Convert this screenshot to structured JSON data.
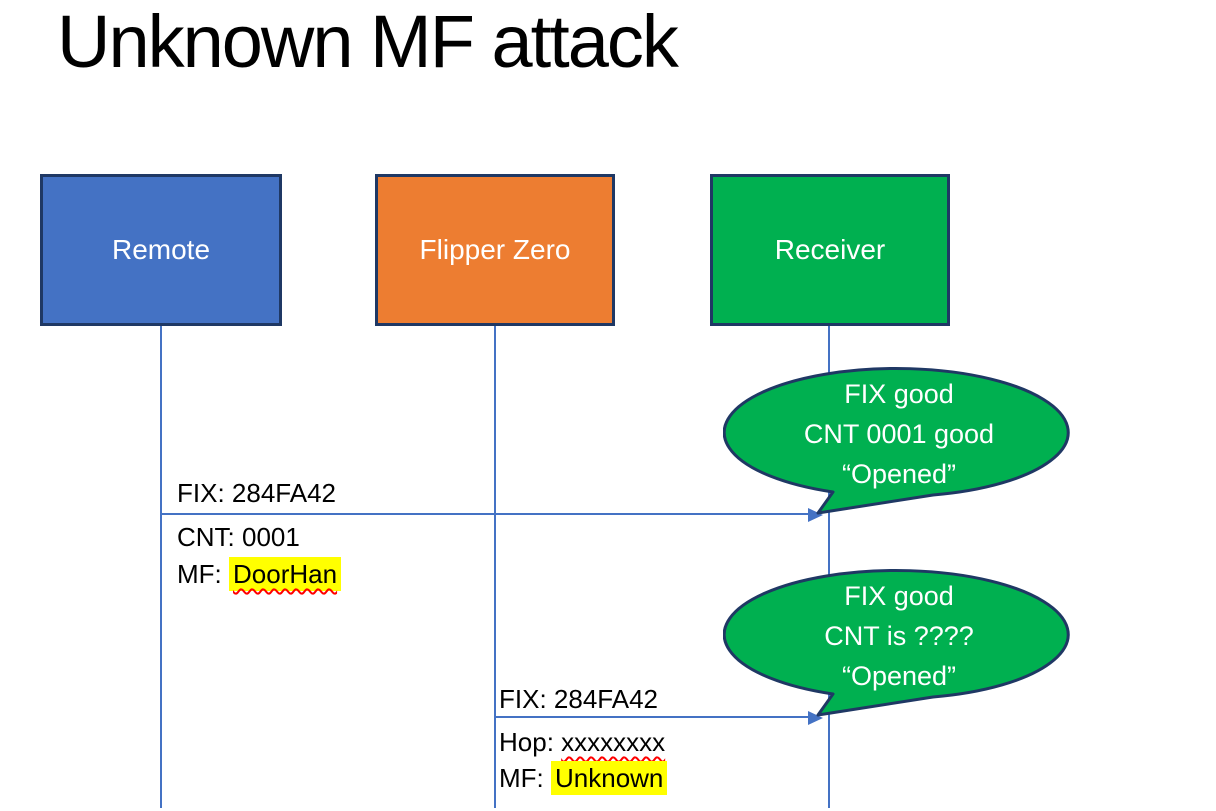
{
  "slide": {
    "title": "Unknown MF attack"
  },
  "actors": [
    {
      "id": "remote",
      "label": "Remote",
      "fill": "#4472C4"
    },
    {
      "id": "flipper-zero",
      "label": "Flipper Zero",
      "fill": "#ED7D31"
    },
    {
      "id": "receiver",
      "label": "Receiver",
      "fill": "#00B050"
    }
  ],
  "messages": {
    "message1": {
      "from": "Remote",
      "to": "Receiver",
      "fix": "FIX: 284FA42",
      "cnt": "CNT: 0001",
      "mf_prefix": "MF: ",
      "mf_value": "DoorHan"
    },
    "message2": {
      "from": "Flipper Zero",
      "to": "Receiver",
      "fix": "FIX: 284FA42",
      "hop_prefix": "Hop: ",
      "hop_value": "xxxxxxxx",
      "mf_prefix": "MF: ",
      "mf_value": "Unknown"
    }
  },
  "callouts": {
    "callout1": {
      "line1": "FIX good",
      "line2": "CNT 0001 good",
      "line3": "“Opened”"
    },
    "callout2": {
      "line1": "FIX good",
      "line2": "CNT is ????",
      "line3": "“Opened”"
    }
  },
  "colors": {
    "remote_fill": "#4472C4",
    "flipper_fill": "#ED7D31",
    "receiver_fill": "#00B050",
    "callout_fill": "#00B050",
    "shape_border": "#1F3864",
    "connector_blue": "#4472C4",
    "highlight_yellow": "#FFFF00",
    "spellcheck_red": "#FF0000",
    "text_white": "#FFFFFF",
    "text_black": "#000000"
  }
}
